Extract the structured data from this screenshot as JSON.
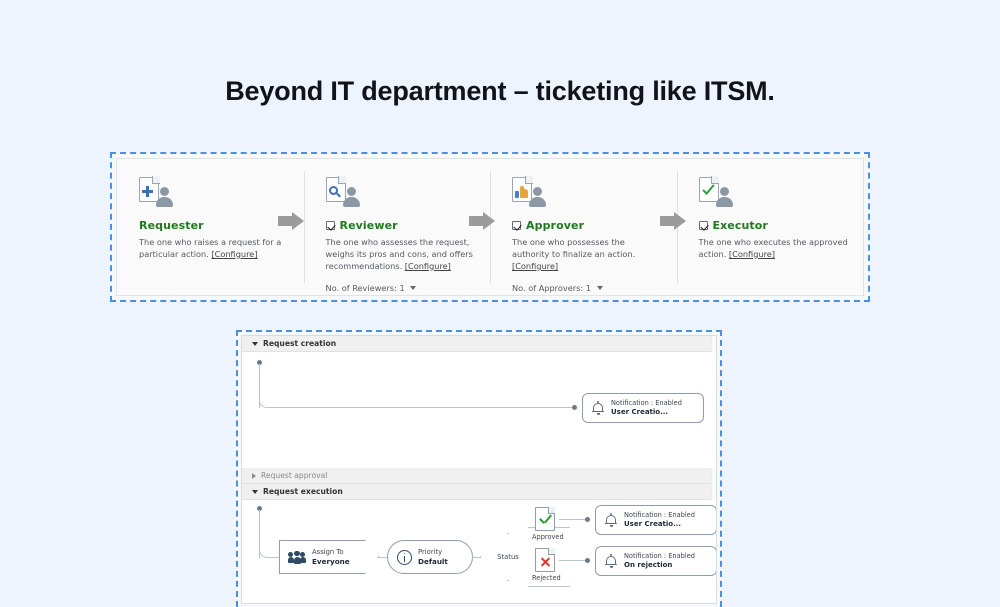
{
  "page": {
    "title": "Beyond IT department – ticketing like ITSM.",
    "background_color": "#eef4fd",
    "accent_dashed_border": "#4a90e2",
    "role_name_color": "#1f7a1f"
  },
  "roles_panel": {
    "name": "role-configuration-panel",
    "roles": [
      {
        "id": "requester",
        "icon": "document-add-person-icon",
        "has_checkbox": false,
        "name": "Requester",
        "description": "The one who raises a request for a particular action.",
        "configure_label": "[Configure]",
        "count_label": null,
        "count_value": null
      },
      {
        "id": "reviewer",
        "icon": "document-search-person-icon",
        "has_checkbox": true,
        "checked": true,
        "name": "Reviewer",
        "description": "The one who assesses the request, weighs its pros and cons, and offers recommendations.",
        "configure_label": "[Configure]",
        "count_label": "No. of Reviewers:",
        "count_value": "1"
      },
      {
        "id": "approver",
        "icon": "document-thumbsup-person-icon",
        "has_checkbox": true,
        "checked": true,
        "name": "Approver",
        "description": "The one who possesses the authority to finalize an action.",
        "configure_label": "[Configure]",
        "count_label": "No. of Approvers:",
        "count_value": "1"
      },
      {
        "id": "executor",
        "icon": "document-check-person-icon",
        "has_checkbox": true,
        "checked": true,
        "name": "Executor",
        "description": "The one who executes the approved action.",
        "configure_label": "[Configure]",
        "count_label": null,
        "count_value": null
      }
    ],
    "arrow_icon": "right-arrow-icon"
  },
  "workflow_panel": {
    "name": "workflow-builder-panel",
    "sections": [
      {
        "id": "request-creation",
        "label": "Request creation",
        "expanded": true,
        "toggle_icon": "caret-down-icon"
      },
      {
        "id": "request-approval",
        "label": "Request approval",
        "expanded": false,
        "toggle_icon": "caret-right-icon"
      },
      {
        "id": "request-execution",
        "label": "Request execution",
        "expanded": true,
        "toggle_icon": "caret-down-icon"
      }
    ],
    "creation_nodes": [
      {
        "id": "creation-notification",
        "type": "notification",
        "icon": "bell-icon",
        "line1": "Notification :  Enabled",
        "line2": "User Creatio..."
      }
    ],
    "execution_nodes": {
      "assign_to": {
        "id": "assign-to-node",
        "icon": "people-group-icon",
        "line1": "Assign To",
        "line2": "Everyone"
      },
      "priority": {
        "id": "priority-node",
        "icon": "info-circle-icon",
        "line1": "Priority",
        "line2": "Default"
      },
      "decision": {
        "id": "status-decision-node",
        "label": "Status"
      },
      "branches": [
        {
          "id": "approved-branch",
          "icon": "document-greencheck-icon",
          "label": "Approved",
          "notification": {
            "id": "approved-notification",
            "icon": "bell-icon",
            "line1": "Notification :  Enabled",
            "line2": "User Creatio..."
          }
        },
        {
          "id": "rejected-branch",
          "icon": "document-redcross-icon",
          "label": "Rejected",
          "notification": {
            "id": "rejected-notification",
            "icon": "bell-icon",
            "line1": "Notification :  Enabled",
            "line2": "On rejection"
          }
        }
      ]
    }
  }
}
